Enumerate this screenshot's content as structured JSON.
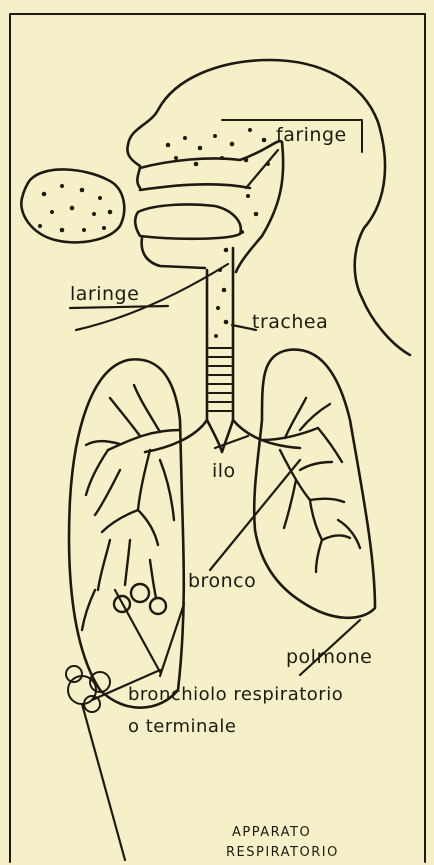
{
  "diagram": {
    "labels": {
      "faringe": "faringe",
      "laringe": "laringe",
      "trachea": "trachea",
      "ilo": "ilo",
      "bronco": "bronco",
      "polmone": "polmone",
      "bronchiolo_line1": "bronchiolo respiratorio",
      "bronchiolo_line2": "o terminale"
    },
    "caption": {
      "line1": "APPARATO",
      "line2": "RESPIRATORIO"
    },
    "colors": {
      "paper": "#f6f0c8",
      "ink": "#1e1a12"
    }
  }
}
